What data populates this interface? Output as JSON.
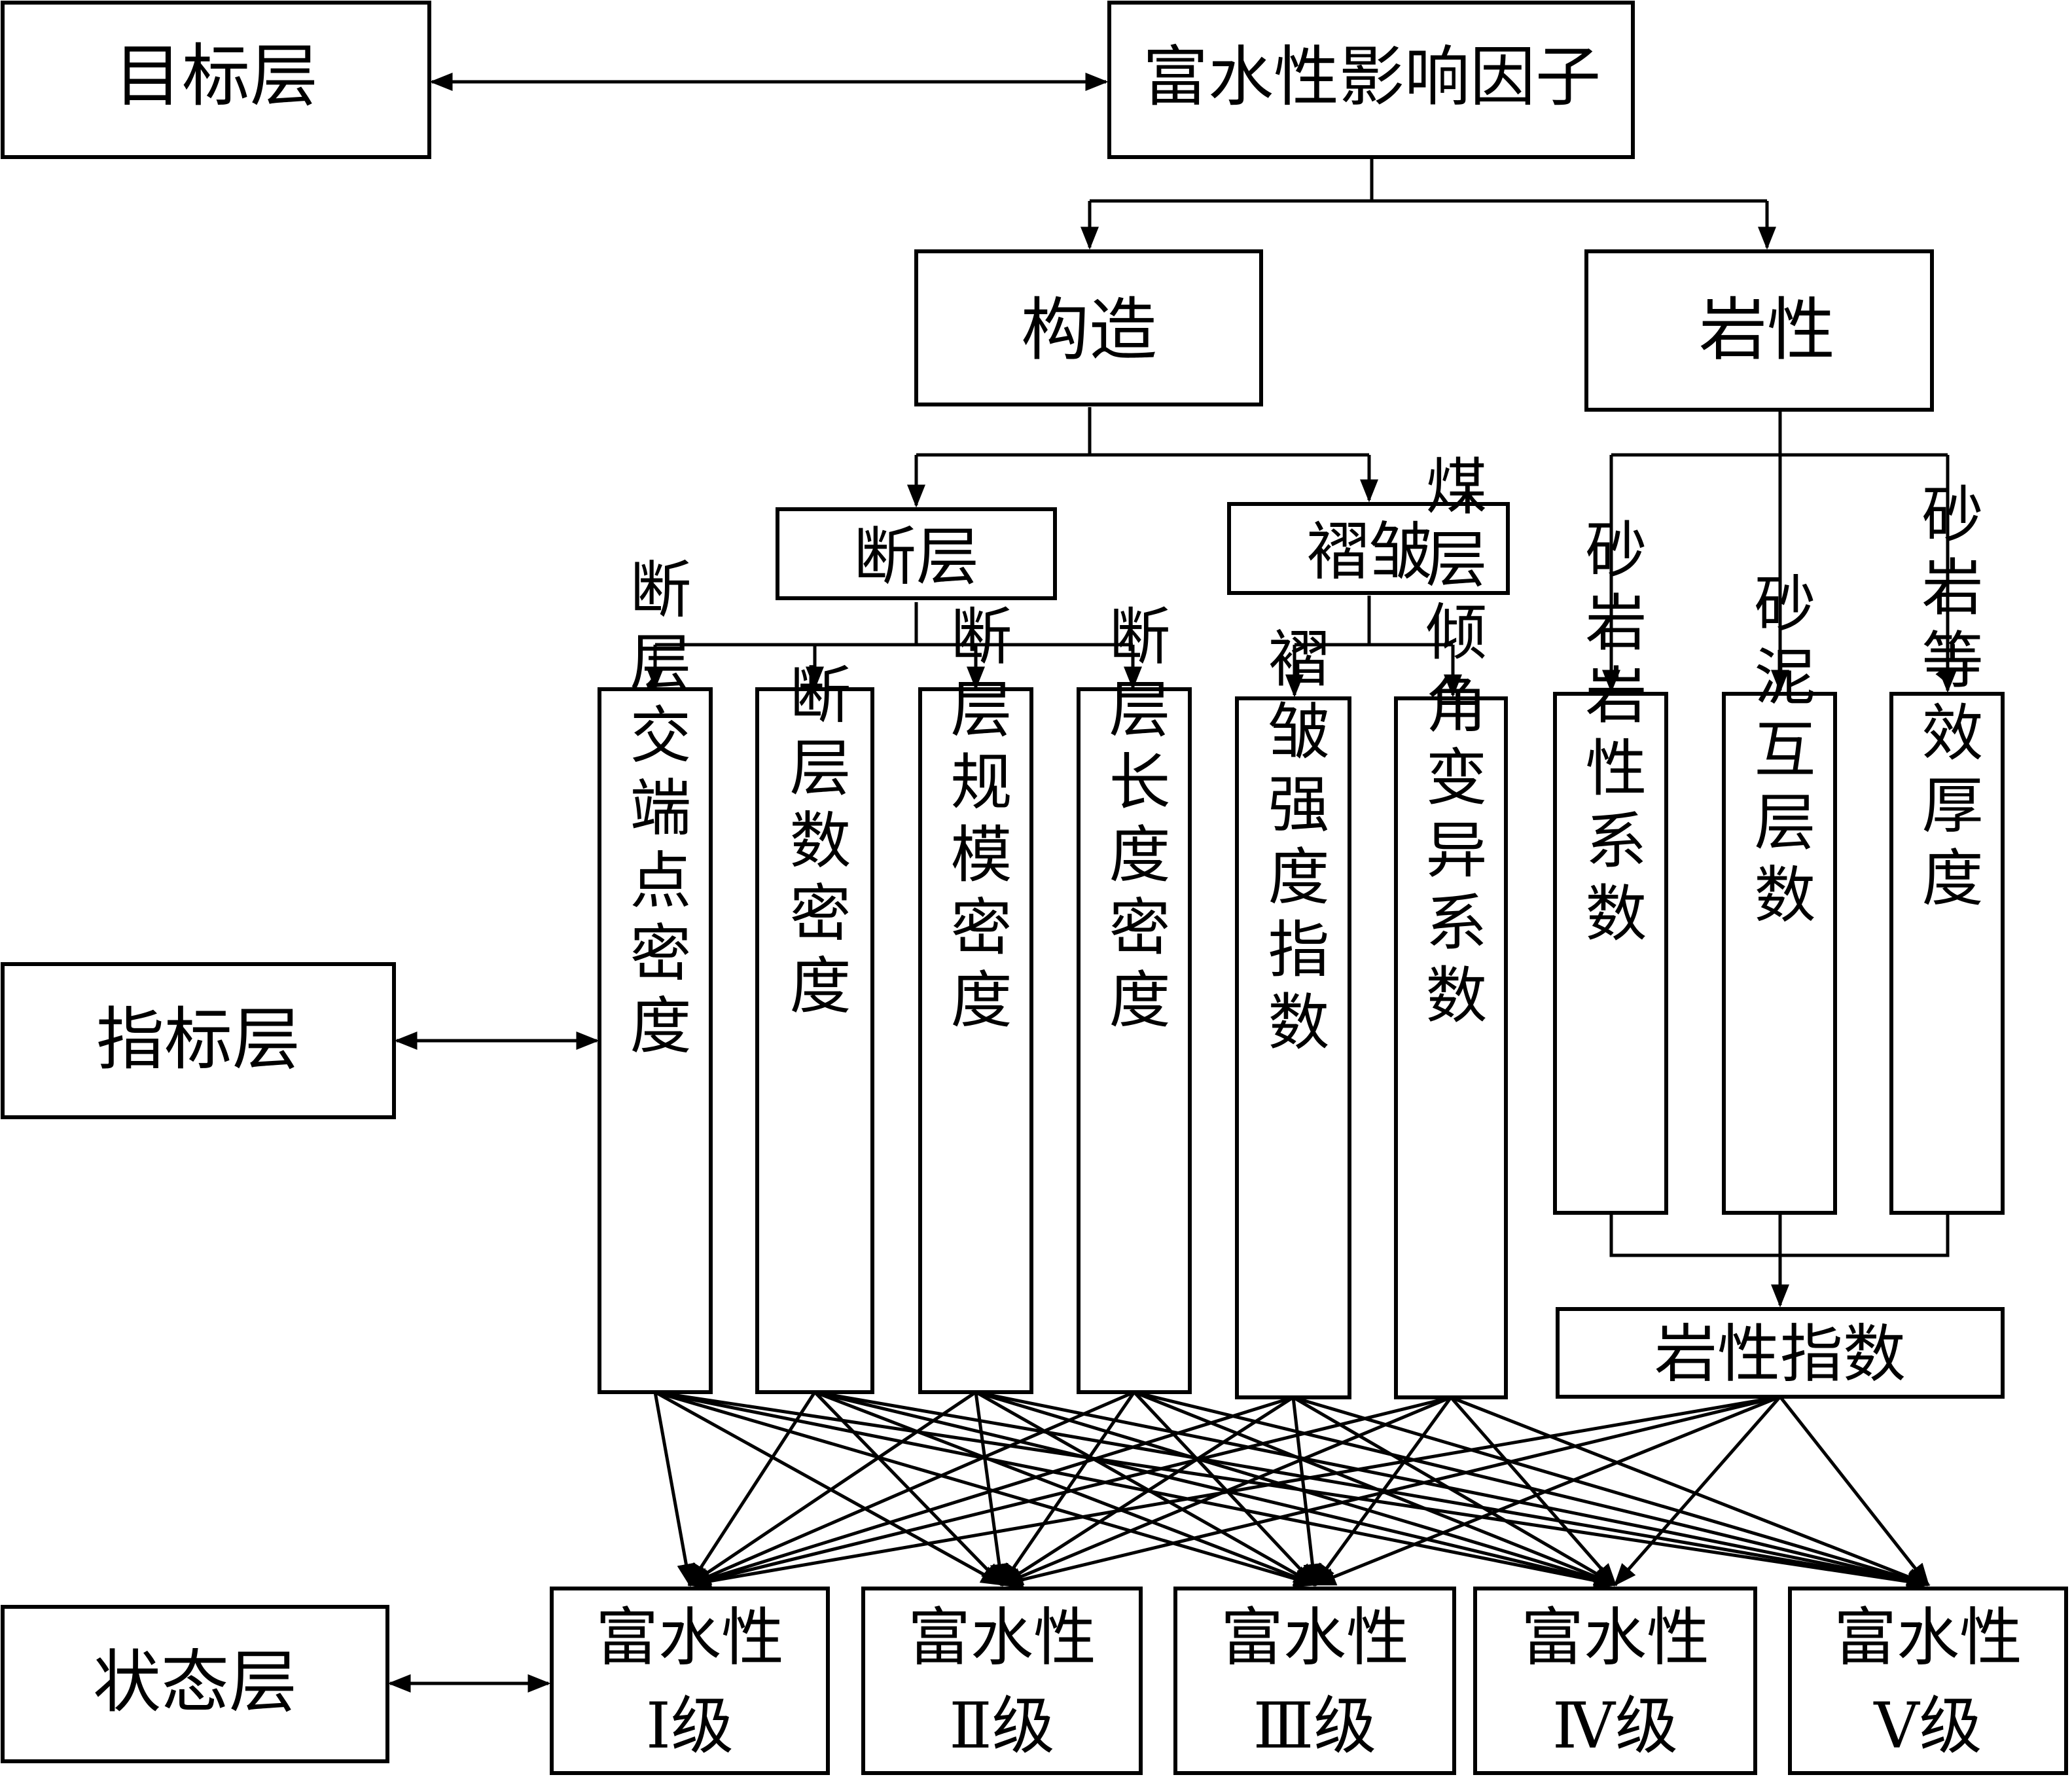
{
  "layers": {
    "target": "目标层",
    "indicator": "指标层",
    "state": "状态层"
  },
  "root": "富水性影响因子",
  "categories": {
    "structure": "构造",
    "lithology": "岩性"
  },
  "subcategories": {
    "fault": "断层",
    "fold": "褶皱"
  },
  "indicators": {
    "fault_endpoint_density": "断层交端点密度",
    "fault_count_density": "断层数密度",
    "fault_scale_density": "断层规模密度",
    "fault_length_density": "断层长度密度",
    "fold_intensity_index": "褶皱强度指数",
    "dip_variation_coef": "煤层倾角变异系数",
    "sandstone_coef": "砂岩岩性系数",
    "sand_mud_interlayers": "砂泥互层数",
    "sandstone_equiv_thickness": "砂岩等效厚度"
  },
  "lithology_index": "岩性指数",
  "states": [
    {
      "line1": "富水性",
      "line2": "Ⅰ级"
    },
    {
      "line1": "富水性",
      "line2": "Ⅱ级"
    },
    {
      "line1": "富水性",
      "line2": "Ⅲ级"
    },
    {
      "line1": "富水性",
      "line2": "Ⅳ级"
    },
    {
      "line1": "富水性",
      "line2": "Ⅴ级"
    }
  ]
}
